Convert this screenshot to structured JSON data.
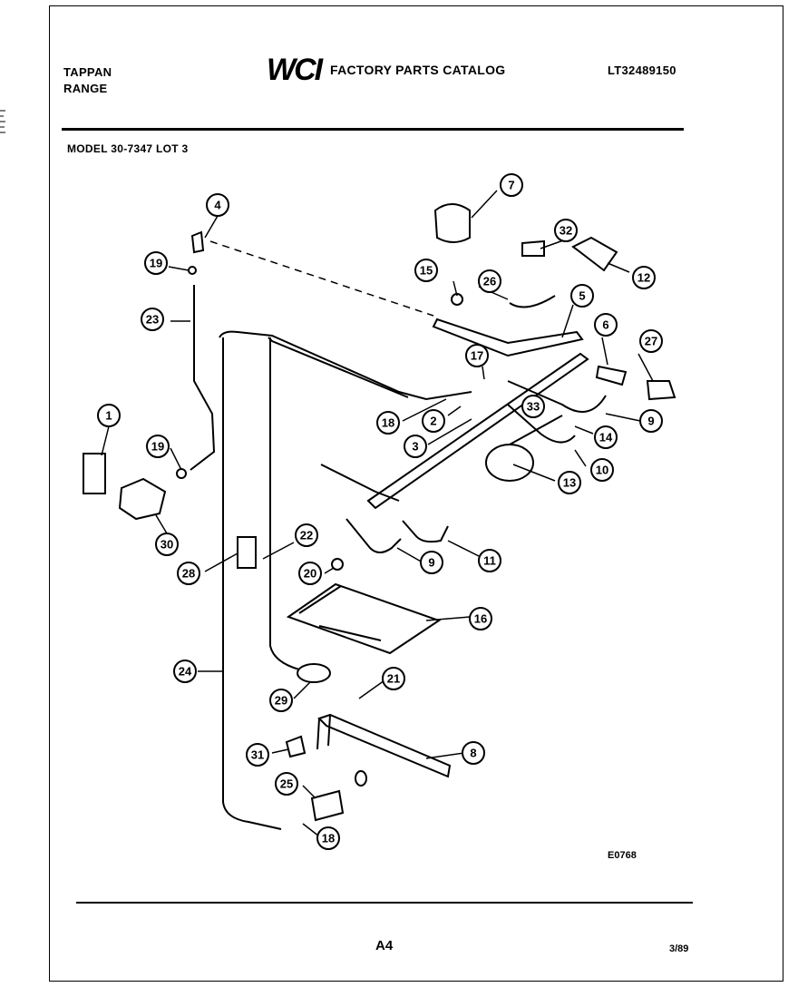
{
  "header": {
    "brand_line1": "TAPPAN",
    "brand_line2": "RANGE",
    "logo_text": "WCI",
    "catalog_title": "FACTORY PARTS CATALOG",
    "document_number": "LT32489150",
    "model_line": "MODEL 30-7347 LOT 3"
  },
  "diagram": {
    "code": "E0768",
    "callouts": [
      "1",
      "2",
      "3",
      "4",
      "5",
      "6",
      "7",
      "8",
      "9",
      "9",
      "10",
      "11",
      "12",
      "13",
      "14",
      "15",
      "16",
      "17",
      "18",
      "18",
      "19",
      "19",
      "20",
      "21",
      "22",
      "23",
      "24",
      "25",
      "26",
      "27",
      "28",
      "29",
      "30",
      "31",
      "32",
      "33"
    ]
  },
  "footer": {
    "page": "A4",
    "date": "3/89"
  }
}
